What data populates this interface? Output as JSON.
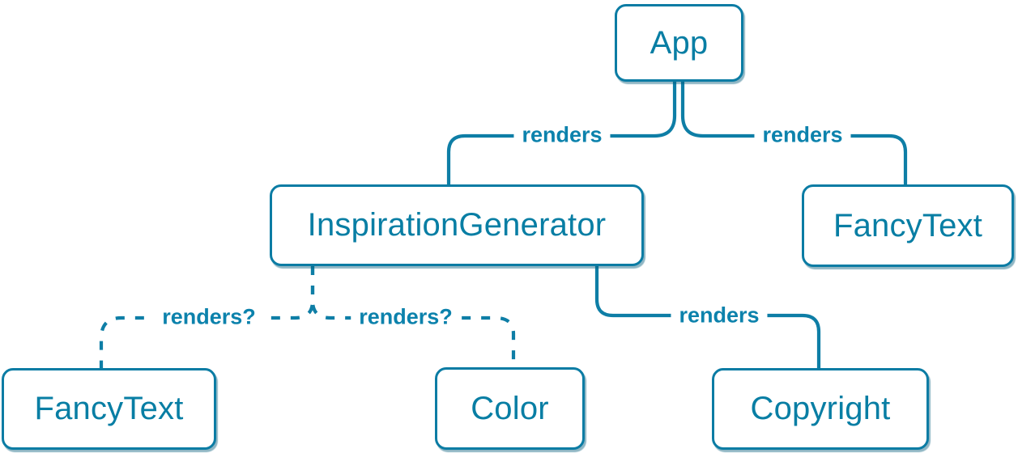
{
  "diagram": {
    "description": "React component render tree",
    "accent_color": "#087ea4",
    "edge_color": "#0e7ea6",
    "background_color": "#ffffff",
    "nodes": [
      {
        "id": "app",
        "label": "App"
      },
      {
        "id": "inspiration-generator",
        "label": "InspirationGenerator"
      },
      {
        "id": "fancy-text-top",
        "label": "FancyText"
      },
      {
        "id": "fancy-text-bottom",
        "label": "FancyText"
      },
      {
        "id": "color",
        "label": "Color"
      },
      {
        "id": "copyright",
        "label": "Copyright"
      }
    ],
    "edges": [
      {
        "from": "App",
        "to": "InspirationGenerator",
        "label": "renders",
        "style": "solid"
      },
      {
        "from": "App",
        "to": "FancyText",
        "label": "renders",
        "style": "solid"
      },
      {
        "from": "InspirationGenerator",
        "to": "FancyText",
        "label": "renders?",
        "style": "dashed"
      },
      {
        "from": "InspirationGenerator",
        "to": "Color",
        "label": "renders?",
        "style": "dashed"
      },
      {
        "from": "InspirationGenerator",
        "to": "Copyright",
        "label": "renders",
        "style": "solid"
      }
    ]
  }
}
